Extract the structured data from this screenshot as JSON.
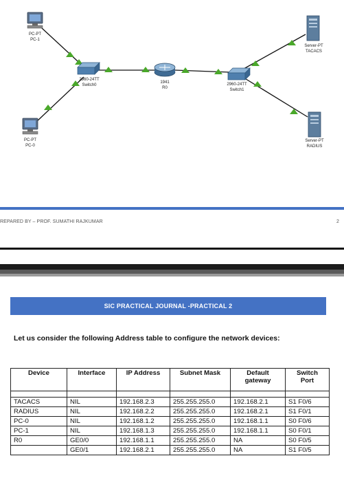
{
  "topology": {
    "devices": [
      {
        "id": "pc1",
        "name": "PC-1",
        "model": "PC-PT"
      },
      {
        "id": "pc0",
        "name": "PC-0",
        "model": "PC-PT"
      },
      {
        "id": "switch0",
        "name": "Switch0",
        "model": "2960-24TT"
      },
      {
        "id": "r0",
        "name": "R0",
        "model": "1941"
      },
      {
        "id": "switch1",
        "name": "Switch1",
        "model": "2960-24TT"
      },
      {
        "id": "tacacs",
        "name": "TACACS",
        "model": "Server-PT"
      },
      {
        "id": "radius",
        "name": "RADIUS",
        "model": "Server-PT"
      }
    ],
    "link_status_color": "#4aa82a"
  },
  "footer": {
    "prepared_by": "REPARED BY – PROF. SUMATHI RAJKUMAR",
    "page_number": "2"
  },
  "banner": {
    "title": "SIC PRACTICAL JOURNAL -PRACTICAL 2"
  },
  "intro": {
    "text": "Let us consider the following Address table to configure the network devices:"
  },
  "address_table": {
    "headers": [
      {
        "line1": "Device",
        "line2": ""
      },
      {
        "line1": "Interface",
        "line2": ""
      },
      {
        "line1": "IP Address",
        "line2": ""
      },
      {
        "line1": "Subnet Mask",
        "line2": ""
      },
      {
        "line1": "Default",
        "line2": "gateway"
      },
      {
        "line1": "Switch",
        "line2": "Port"
      }
    ],
    "rows": [
      [
        "TACACS",
        "NIL",
        "192.168.2.3",
        "255.255.255.0",
        "192.168.2.1",
        "S1 F0/6"
      ],
      [
        "RADIUS",
        "NIL",
        "192.168.2.2",
        "255.255.255.0",
        "192.168.2.1",
        "S1 F0/1"
      ],
      [
        "PC-0",
        "NIL",
        "192.168.1.2",
        "255.255.255.0",
        "192.168.1.1",
        "S0 F0/6"
      ],
      [
        "PC-1",
        "NIL",
        "192.168.1.3",
        "255.255.255.0",
        "192.168.1.1",
        "S0 F0/1"
      ],
      [
        "R0",
        "GE0/0",
        "192.168.1.1",
        "255.255.255.0",
        "NA",
        "S0 F0/5"
      ],
      [
        "",
        "GE0/1",
        "192.168.2.1",
        "255.255.255.0",
        "NA",
        "S1 F0/5"
      ]
    ]
  }
}
